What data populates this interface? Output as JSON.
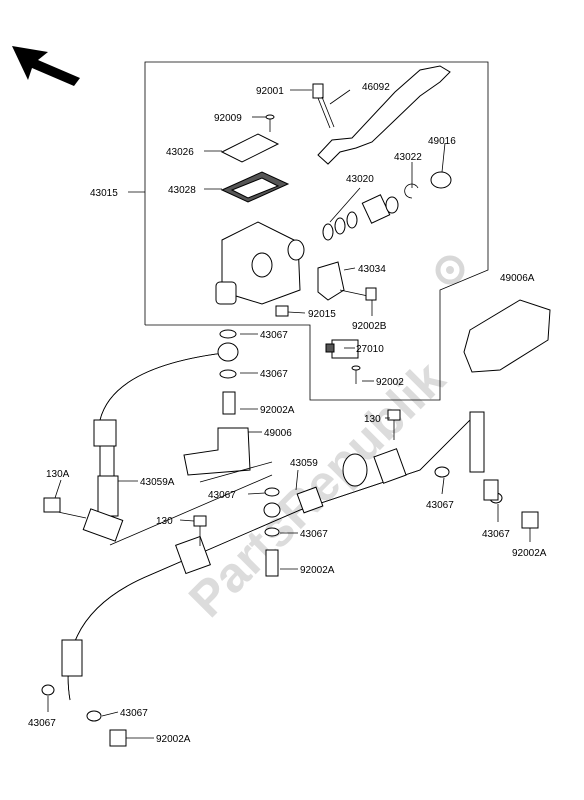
{
  "watermark": "PartsRepublik",
  "labels": {
    "p92001": "92001",
    "p46092": "46092",
    "p92009": "92009",
    "p43026": "43026",
    "p49016": "49016",
    "p43022": "43022",
    "p43028": "43028",
    "p43020": "43020",
    "p43015": "43015",
    "p43034": "43034",
    "p49006A": "49006A",
    "p92015": "92015",
    "p92002B": "92002B",
    "p43067a": "43067",
    "p27010": "27010",
    "p43067b": "43067",
    "p92002": "92002",
    "p92002Aa": "92002A",
    "p49006": "49006",
    "p130a": "130",
    "p43059": "43059",
    "p130A": "130A",
    "p43059A": "43059A",
    "p43067c": "43067",
    "p43067d": "43067",
    "p130b": "130",
    "p43067e": "43067",
    "p43067f": "43067",
    "p92002Ab": "92002A",
    "p92002Ac": "92002A",
    "p43067g": "43067",
    "p43067h": "43067",
    "p92002Ad": "92002A"
  },
  "icons": {
    "front_arrow": "arrow-icon",
    "gear": "gear-icon"
  }
}
